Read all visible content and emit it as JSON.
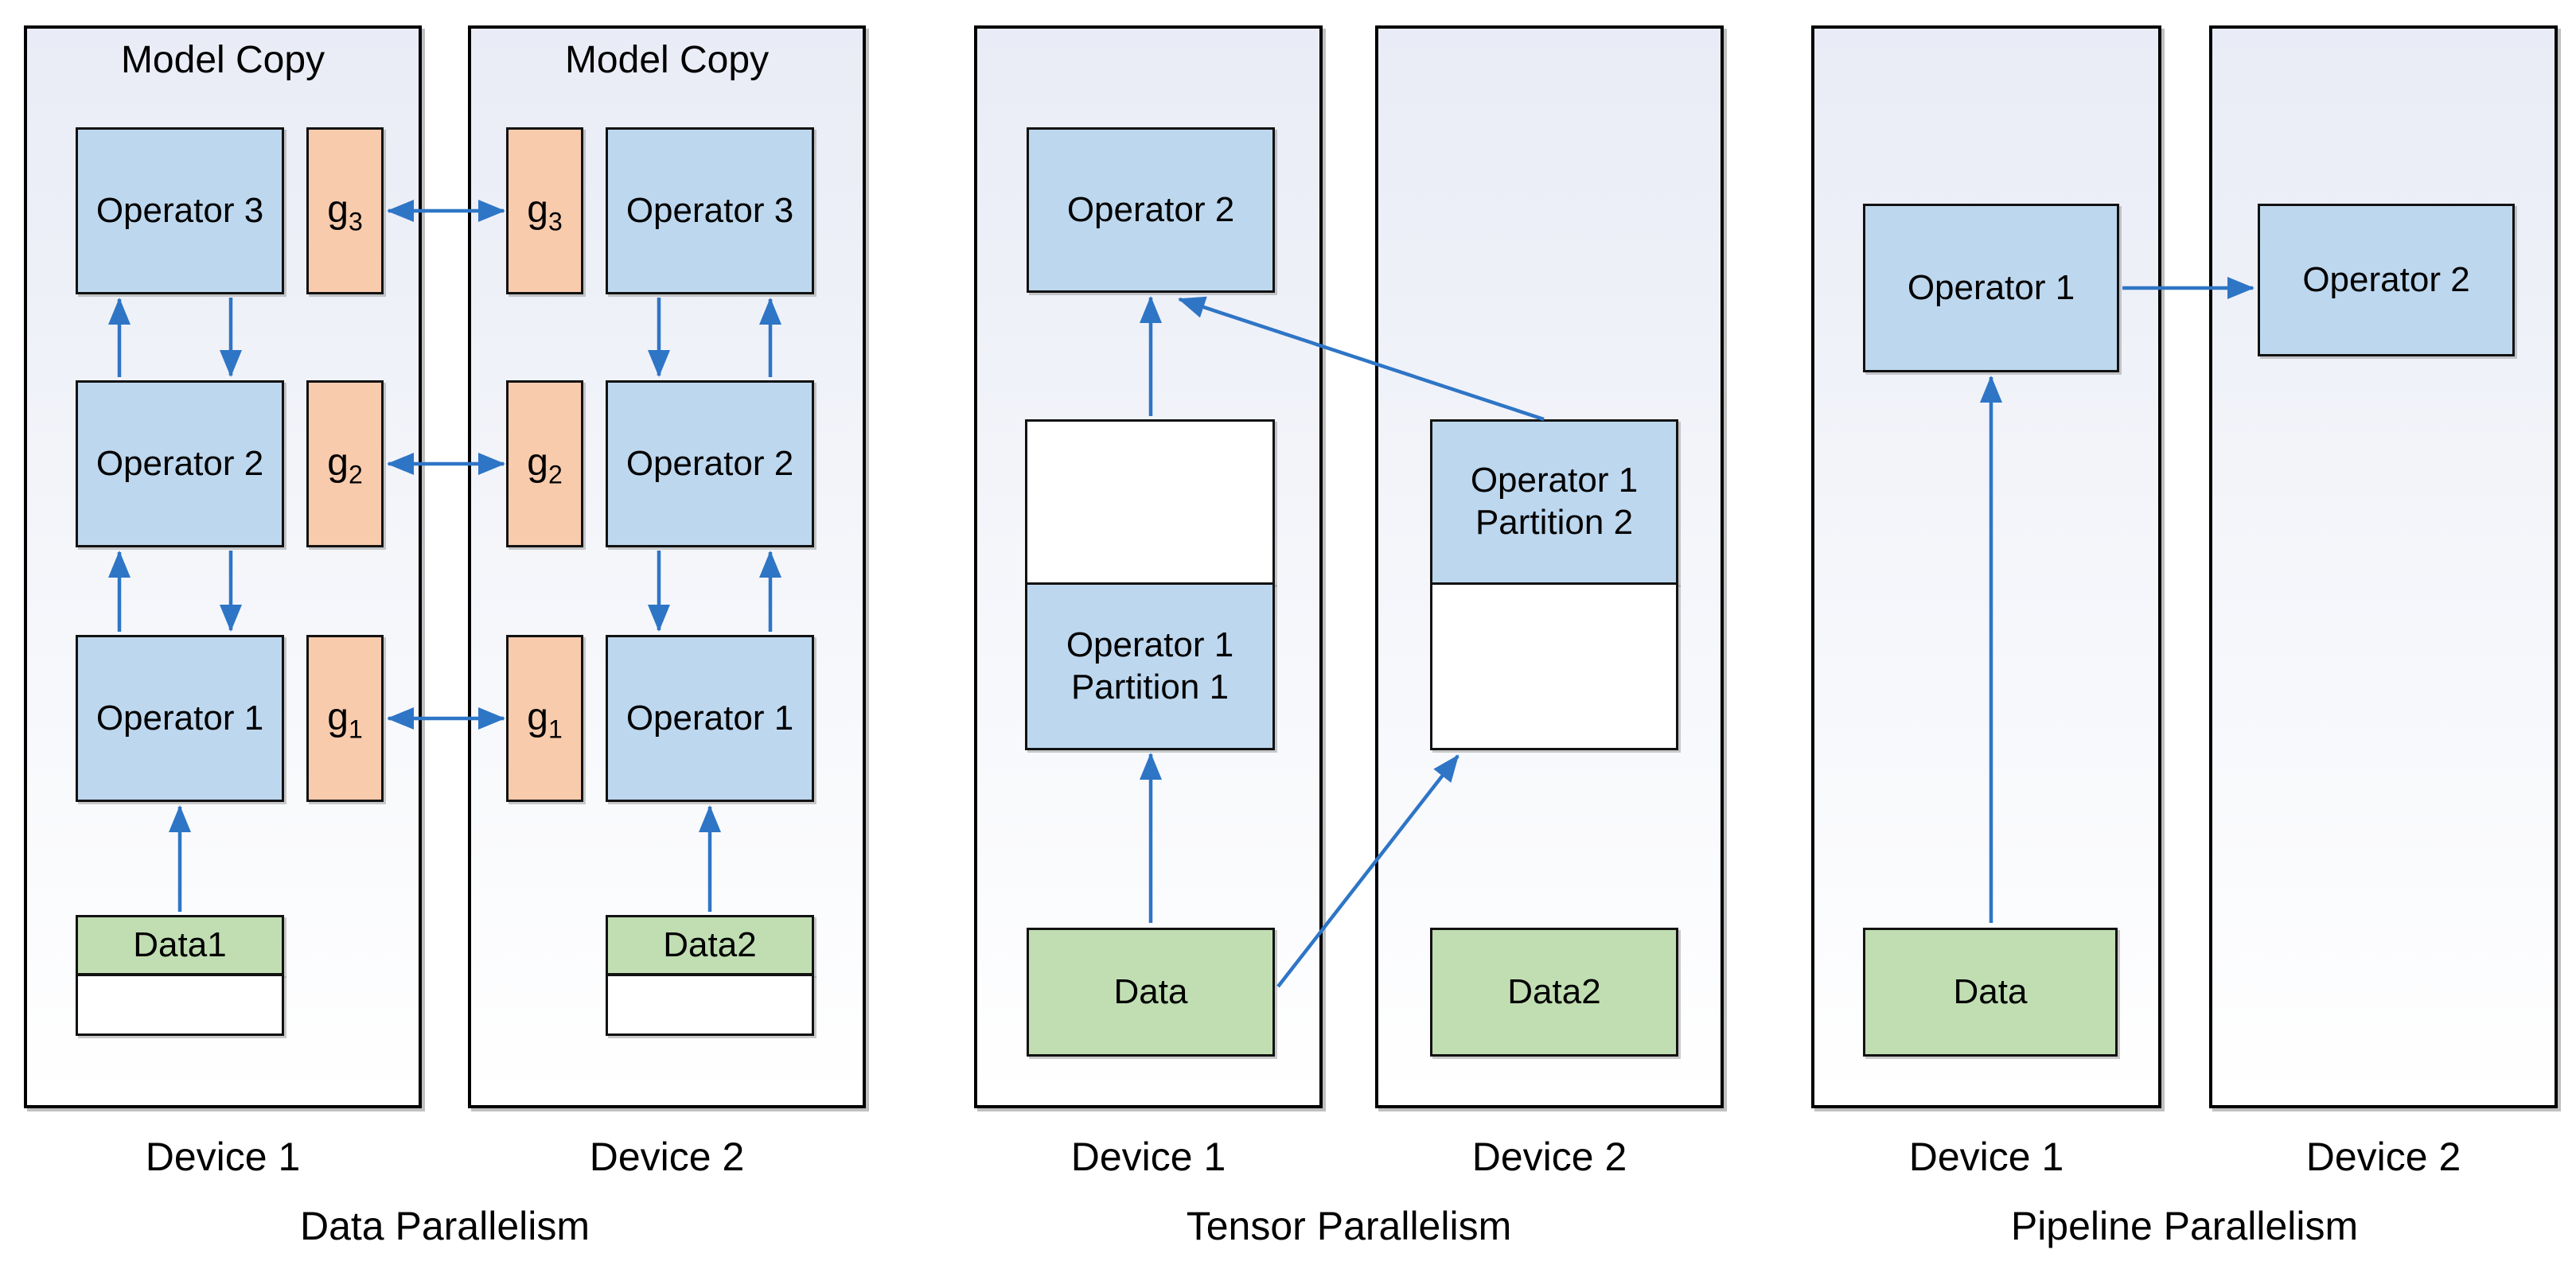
{
  "colors": {
    "operator_fill": "#BDD7EE",
    "gradient_fill": "#F8CBAD",
    "data_fill": "#C0DEB2",
    "empty_fill": "#FFFFFF",
    "arrow": "#2E75C6",
    "border": "#121212",
    "device_fill_top": "#E9EBF6",
    "text": "#000000"
  },
  "data_parallelism": {
    "title": "Data Parallelism",
    "device1": {
      "label": "Device 1",
      "model_copy": "Model Copy",
      "op3": "Operator 3",
      "op2": "Operator 2",
      "op1": "Operator 1",
      "g3": {
        "base": "g",
        "sub": "3"
      },
      "g2": {
        "base": "g",
        "sub": "2"
      },
      "g1": {
        "base": "g",
        "sub": "1"
      },
      "data": "Data1"
    },
    "device2": {
      "label": "Device 2",
      "model_copy": "Model Copy",
      "op3": "Operator 3",
      "op2": "Operator 2",
      "op1": "Operator 1",
      "g3": {
        "base": "g",
        "sub": "3"
      },
      "g2": {
        "base": "g",
        "sub": "2"
      },
      "g1": {
        "base": "g",
        "sub": "1"
      },
      "data": "Data2"
    }
  },
  "tensor_parallelism": {
    "title": "Tensor Parallelism",
    "device1": {
      "label": "Device 1",
      "op2": "Operator 2",
      "partition": {
        "line1": "Operator 1",
        "line2": "Partition 1"
      },
      "data": "Data"
    },
    "device2": {
      "label": "Device 2",
      "partition": {
        "line1": "Operator 1",
        "line2": "Partition 2"
      },
      "data": "Data2"
    }
  },
  "pipeline_parallelism": {
    "title": "Pipeline Parallelism",
    "device1": {
      "label": "Device 1",
      "op1": "Operator 1",
      "data": "Data"
    },
    "device2": {
      "label": "Device 2",
      "op2": "Operator 2"
    }
  }
}
